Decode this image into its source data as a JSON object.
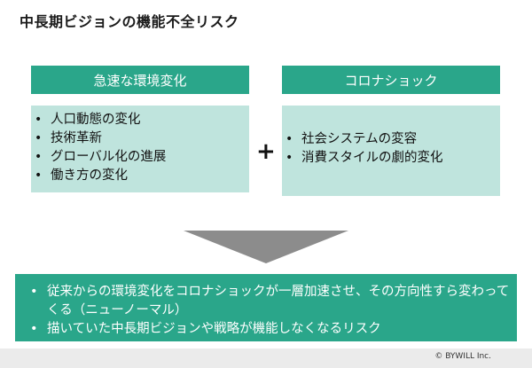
{
  "title": "中長期ビジョンの機能不全リスク",
  "left": {
    "header": "急速な環境変化",
    "items": [
      "人口動態の変化",
      "技術革新",
      "グローバル化の進展",
      "働き方の変化"
    ]
  },
  "right": {
    "header": "コロナショック",
    "items": [
      "社会システムの変容",
      "消費スタイルの劇的変化"
    ]
  },
  "operator": "+",
  "result": {
    "items": [
      "従来からの環境変化をコロナショックが一層加速させ、その方向性すら変わってくる（ニューノーマル）",
      "描いていた中長期ビジョンや戦略が機能しなくなるリスク"
    ]
  },
  "bullet": "•",
  "copyright": "© BYWILL Inc.",
  "colors": {
    "accent": "#2aa68a",
    "light": "#bfe4dd",
    "arrow": "#8c8c8c"
  }
}
